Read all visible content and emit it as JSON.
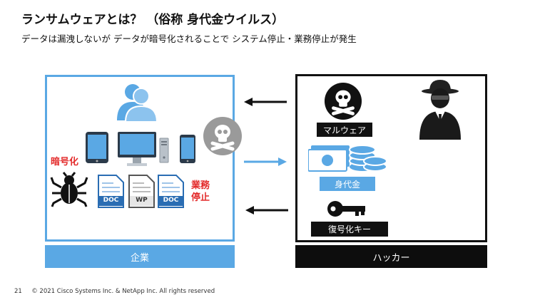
{
  "slide": {
    "title": "ランサムウェアとは？ （俗称 身代金ウイルス）",
    "subtitle": "データは漏洩しないが データが暗号化されることで システム停止・業務停止が発生"
  },
  "enterprise": {
    "label": "企業",
    "encrypt_label": "暗号化",
    "stop_label_1": "業務",
    "stop_label_2": "停止",
    "docs": [
      "DOC",
      "WP",
      "DOC"
    ]
  },
  "hacker": {
    "label": "ハッカー",
    "malware_label": "マルウェア",
    "ransom_label": "身代金",
    "key_label": "復号化キー"
  },
  "footer": {
    "page_number": "21",
    "copyright": "© 2021 Cisco Systems Inc. & NetApp Inc. All rights reserved"
  },
  "colors": {
    "accent_blue": "#5aa8e4",
    "dark": "#111111",
    "alert_red": "#e32b2b"
  }
}
